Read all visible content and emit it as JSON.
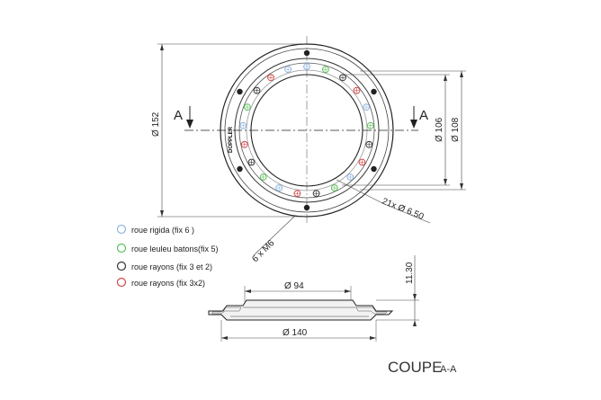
{
  "dimensions": {
    "d152": "Ø 152",
    "d106": "Ø 106",
    "d108": "Ø 108",
    "holes": "21x Ø 6.50",
    "thread": "6 x M6",
    "d94": "Ø 94",
    "d140": "Ø 140",
    "height": "11.30"
  },
  "section": {
    "left_letter": "A",
    "right_letter": "A"
  },
  "logo": "DOPPLER",
  "legend": [
    {
      "label": "roue rigida (fix 6 )",
      "color": "#8fb5df"
    },
    {
      "label": "roue leuleu batons(fix 5)",
      "color": "#5cbf5c"
    },
    {
      "label": "roue rayons (fix 3 et 2)",
      "color": "#333333"
    },
    {
      "label": "roue rayons (fix 3x2)",
      "color": "#d04848"
    }
  ],
  "title": {
    "main": "COUPE",
    "sub": "A-A"
  }
}
